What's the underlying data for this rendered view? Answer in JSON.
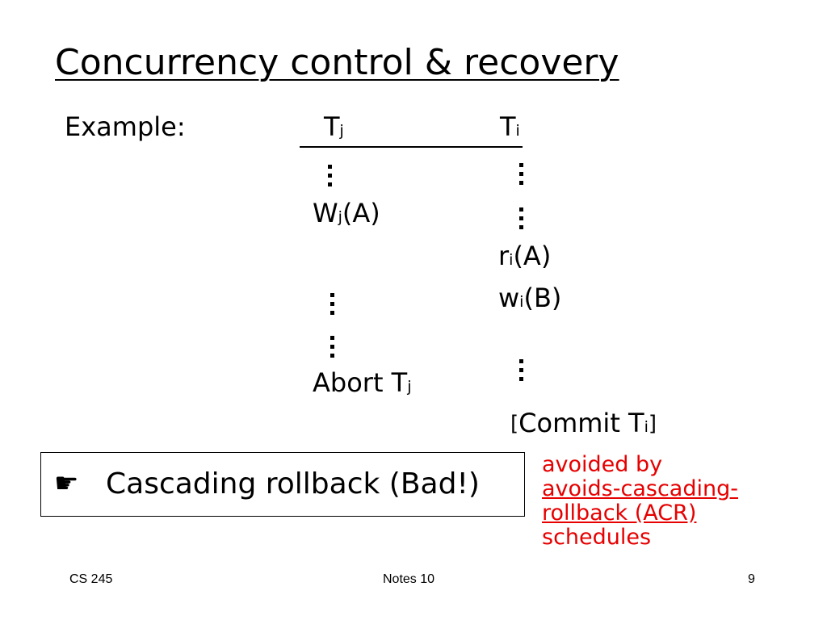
{
  "slide": {
    "title": "Concurrency control & recovery",
    "example_label": "Example:",
    "col_j": {
      "main": "T",
      "sub": "j"
    },
    "col_i": {
      "main": "T",
      "sub": "i"
    },
    "wj": {
      "main": "W",
      "sub": "j",
      "tail": "(A)"
    },
    "ri": {
      "main": "r",
      "sub": "i",
      "tail": "(A)"
    },
    "wi": {
      "main": "w",
      "sub": "i",
      "tail": "(B)"
    },
    "abort": {
      "main": "Abort T",
      "sub": "j"
    },
    "commit": {
      "open": "[",
      "main": "Commit T",
      "sub": "i",
      "close": "]"
    },
    "box_icon": "pointing-hand-icon",
    "box_text": "Cascading rollback (Bad!)",
    "note": {
      "line1": "avoided by",
      "line2": "avoids-cascading-",
      "line3": "rollback (ACR)",
      "line4": "schedules",
      "color": "#e60000"
    }
  },
  "footer": {
    "left": "CS 245",
    "center": "Notes 10",
    "page": "9"
  }
}
